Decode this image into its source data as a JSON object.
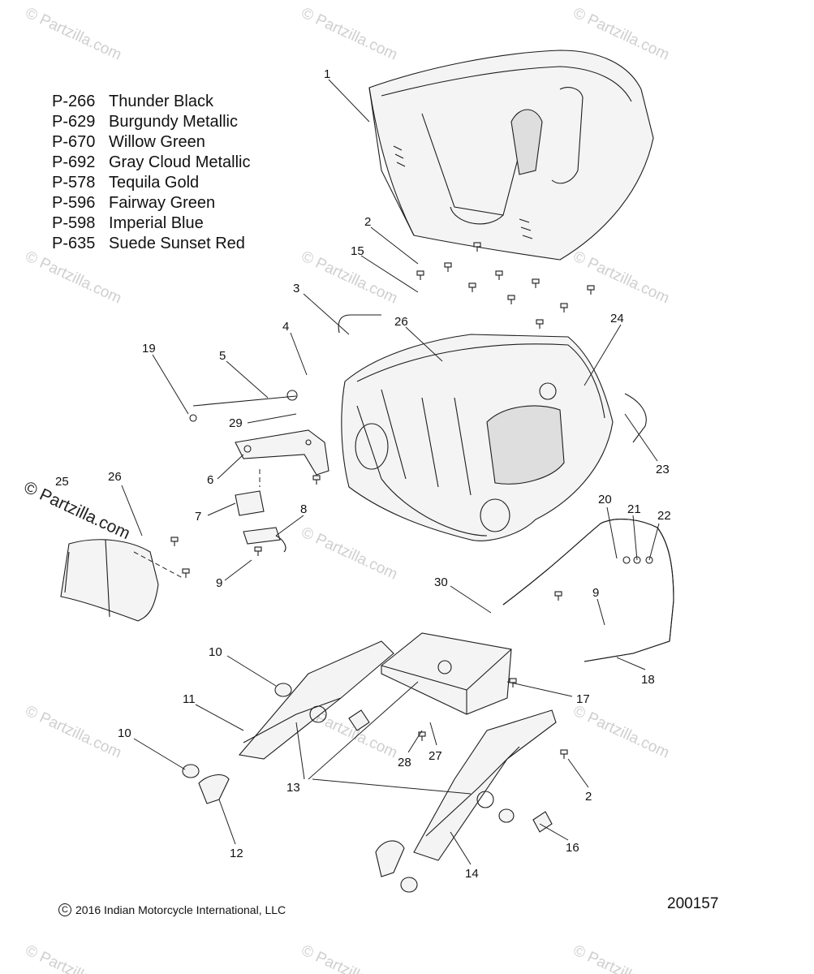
{
  "paint_codes": [
    {
      "code": "P-266",
      "name": "Thunder Black"
    },
    {
      "code": "P-629",
      "name": "Burgundy Metallic"
    },
    {
      "code": "P-670",
      "name": "Willow Green"
    },
    {
      "code": "P-692",
      "name": "Gray Cloud Metallic"
    },
    {
      "code": "P-578",
      "name": "Tequila Gold"
    },
    {
      "code": "P-596",
      "name": "Fairway Green"
    },
    {
      "code": "P-598",
      "name": "Imperial Blue"
    },
    {
      "code": "P-635",
      "name": "Suede Sunset Red"
    }
  ],
  "callouts": [
    "1",
    "2",
    "15",
    "3",
    "26",
    "4",
    "24",
    "5",
    "19",
    "29",
    "23",
    "6",
    "20",
    "21",
    "22",
    "7",
    "8",
    "9",
    "25",
    "26",
    "30",
    "9",
    "10",
    "18",
    "17",
    "11",
    "10",
    "28",
    "27",
    "13",
    "2",
    "12",
    "16",
    "14"
  ],
  "watermark": "© Partzilla.com",
  "copyright": "2016 Indian Motorcycle International, LLC",
  "copyright_symbol": "C",
  "diagram_id": "200157"
}
